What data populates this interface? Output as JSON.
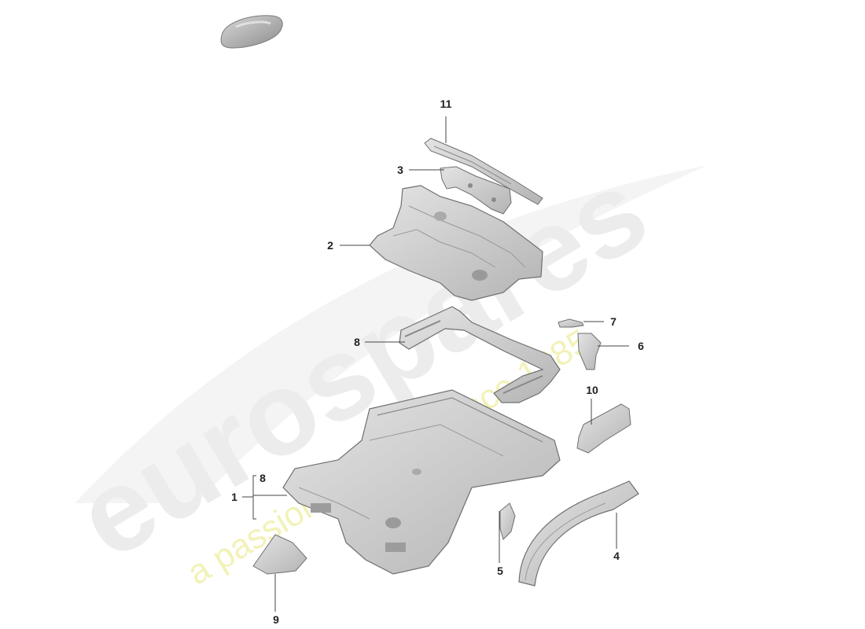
{
  "watermark": {
    "brand": "eurospares",
    "tagline": "a passion for parts since 1985",
    "brand_color": "#e9e9e9",
    "tagline_color": "#f3f3b4"
  },
  "callouts": {
    "c1": "1",
    "c2": "2",
    "c3": "3",
    "c4": "4",
    "c5": "5",
    "c6": "6",
    "c7": "7",
    "c8_top": "8",
    "c8_bracket": "8",
    "c9": "9",
    "c10": "10",
    "c11": "11"
  },
  "colors": {
    "part_fill": "#d9d9d9",
    "part_dark": "#a8a8a8",
    "part_edge": "#6f6f6f",
    "leader": "#444444"
  }
}
